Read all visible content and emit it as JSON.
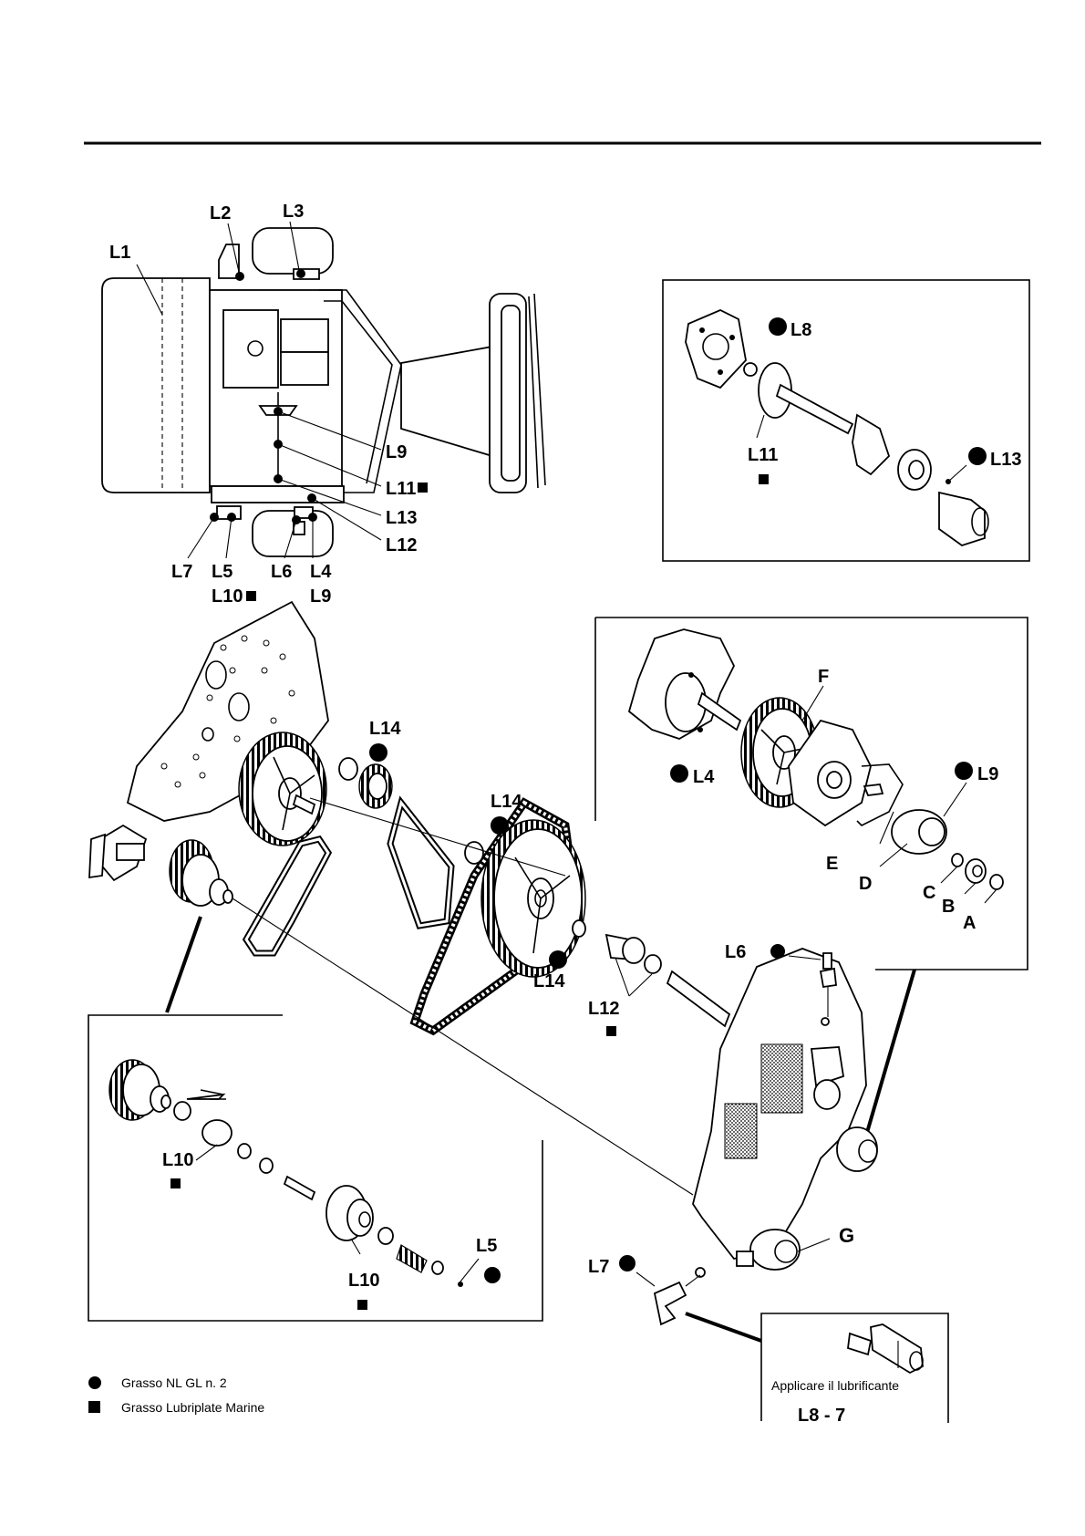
{
  "labels": {
    "L1": "L1",
    "L2": "L2",
    "L3": "L3",
    "L4": "L4",
    "L5": "L5",
    "L6": "L6",
    "L7": "L7",
    "L8": "L8",
    "L9": "L9",
    "L10": "L10",
    "L11": "L11",
    "L12": "L12",
    "L13": "L13",
    "L14": "L14",
    "L8_7": "L8 - 7"
  },
  "letters": {
    "A": "A",
    "B": "B",
    "C": "C",
    "D": "D",
    "E": "E",
    "F": "F",
    "G": "G"
  },
  "callout_text": "Applicare il lubrificante",
  "legend": [
    {
      "symbol": "circle",
      "text": "Grasso NL GL n. 2"
    },
    {
      "symbol": "square",
      "text": "Grasso Lubriplate Marine"
    }
  ]
}
